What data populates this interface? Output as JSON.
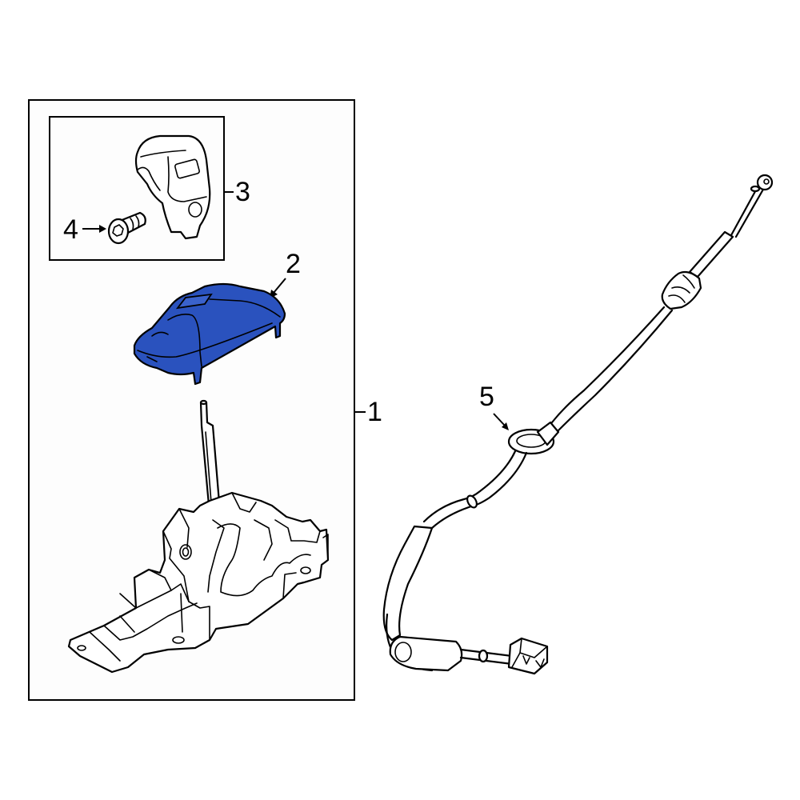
{
  "diagram": {
    "type": "exploded-parts-diagram",
    "subject": "Automatic transmission shifter assembly with shift cable",
    "highlight_color": "#2a52be",
    "line_color": "#000000",
    "background": "#ffffff"
  },
  "callouts": [
    {
      "id": "1",
      "label": "1",
      "part": "shifter-assembly"
    },
    {
      "id": "2",
      "label": "2",
      "part": "shifter-cover",
      "highlighted": true
    },
    {
      "id": "3",
      "label": "3",
      "part": "shift-knob"
    },
    {
      "id": "4",
      "label": "4",
      "part": "knob-bolt"
    },
    {
      "id": "5",
      "label": "5",
      "part": "cable-grommet"
    }
  ]
}
